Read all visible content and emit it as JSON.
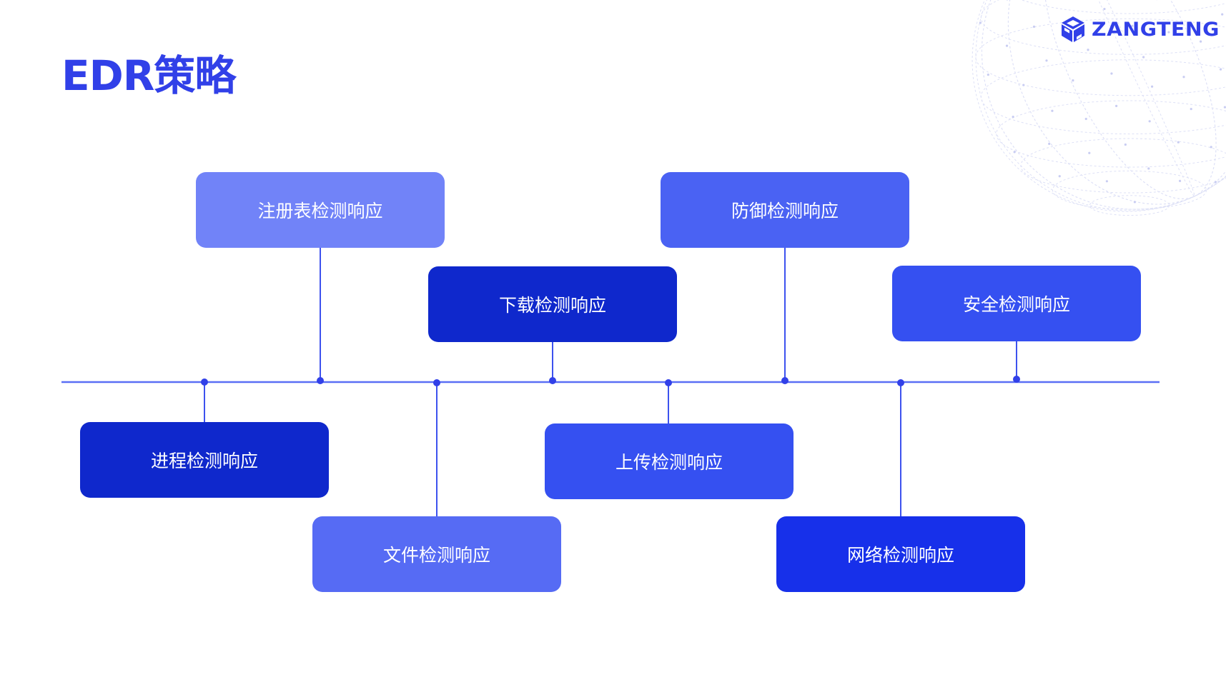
{
  "title": "EDR策略",
  "logo": {
    "text": "ZANGTENG",
    "icon": "cube-logo-icon"
  },
  "colors": {
    "brand": "#3140e8",
    "timeline": "#5a6ff5",
    "connector": "#3d52ee"
  },
  "nodes": [
    {
      "id": "registry",
      "label": "注册表检测响应",
      "position": "above"
    },
    {
      "id": "defense",
      "label": "防御检测响应",
      "position": "above"
    },
    {
      "id": "download",
      "label": "下载检测响应",
      "position": "above"
    },
    {
      "id": "security",
      "label": "安全检测响应",
      "position": "above"
    },
    {
      "id": "process",
      "label": "进程检测响应",
      "position": "below"
    },
    {
      "id": "upload",
      "label": "上传检测响应",
      "position": "below"
    },
    {
      "id": "file",
      "label": "文件检测响应",
      "position": "below"
    },
    {
      "id": "network",
      "label": "网络检测响应",
      "position": "below"
    }
  ]
}
